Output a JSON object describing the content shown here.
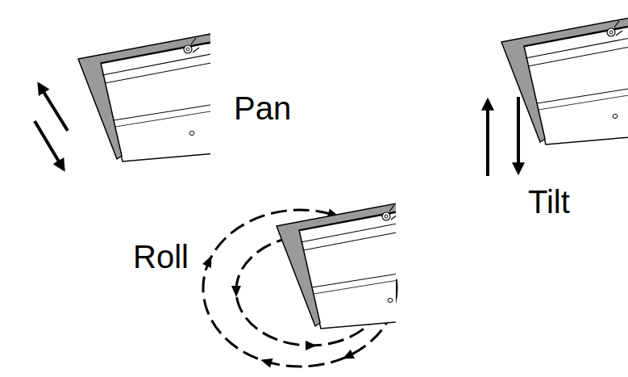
{
  "diagram": {
    "labels": [
      "Pan",
      "Tilt",
      "Roll"
    ]
  }
}
